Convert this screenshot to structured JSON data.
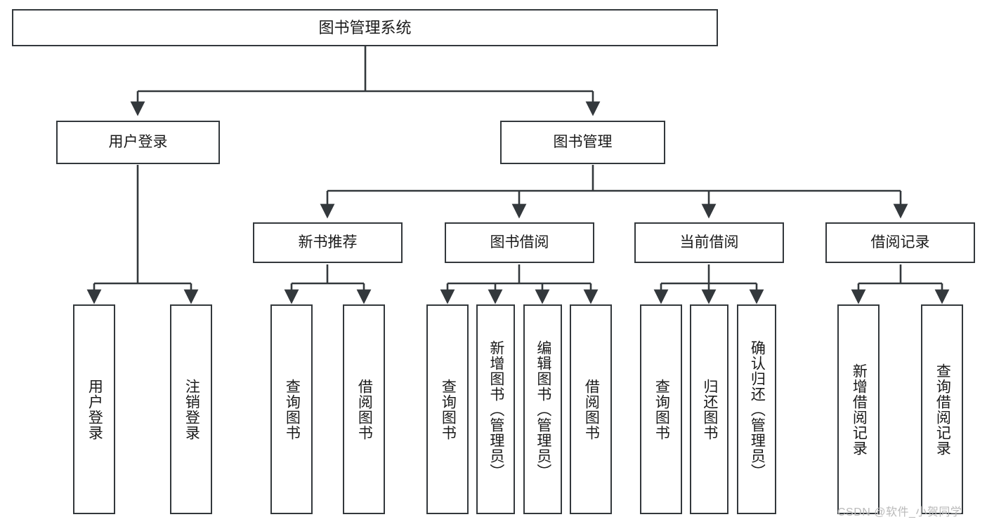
{
  "diagram": {
    "title": "图书管理系统",
    "type": "tree-hierarchy-chart",
    "colors": {
      "background": "#ffffff",
      "node_border": "#33383c",
      "node_fill": "#ffffff",
      "connector": "#33383c",
      "text": "#1a1a1a",
      "watermark": "#b9b9b9"
    },
    "root": {
      "label": "图书管理系统"
    },
    "level2": [
      {
        "label": "用户登录"
      },
      {
        "label": "图书管理"
      }
    ],
    "level3": [
      {
        "label": "新书推荐"
      },
      {
        "label": "图书借阅"
      },
      {
        "label": "当前借阅"
      },
      {
        "label": "借阅记录"
      }
    ],
    "leaves": {
      "user_login": [
        {
          "label": "用户登录"
        },
        {
          "label": "注销登录"
        }
      ],
      "new_book_recommend": [
        {
          "label": "查询图书"
        },
        {
          "label": "借阅图书"
        }
      ],
      "book_borrow": [
        {
          "label": "查询图书"
        },
        {
          "label": "新增图书（管理员）"
        },
        {
          "label": "编辑图书（管理员）"
        },
        {
          "label": "借阅图书"
        }
      ],
      "current_borrow": [
        {
          "label": "查询图书"
        },
        {
          "label": "归还图书"
        },
        {
          "label": "确认归还（管理员）"
        }
      ],
      "borrow_record": [
        {
          "label": "新增借阅记录"
        },
        {
          "label": "查询借阅记录"
        }
      ]
    }
  },
  "watermark": {
    "text": "CSDN @软件_小贺同学"
  }
}
